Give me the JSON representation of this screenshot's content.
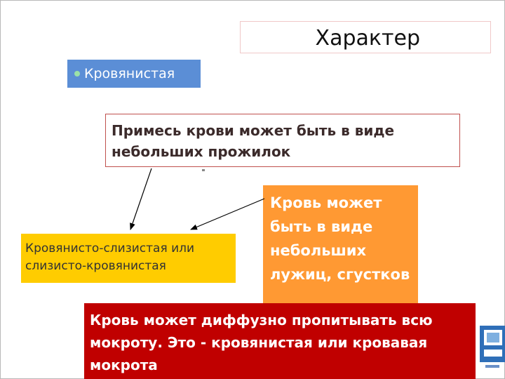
{
  "title": "Характер",
  "category_label": "Кровянистая",
  "impurity_note": "Примесь крови может быть в виде небольших прожилок",
  "variant_mucous": "Кровянисто-слизистая или слизисто-кровянистая",
  "variant_clots": "Кровь может быть в виде небольших лужиц, сгустков",
  "diffuse_note": "Кровь может диффузно пропитывать всю мокроту. Это - кровянистая или кровавая мокрота",
  "colors": {
    "label_bg": "#5b8ed6",
    "impurity_border": "#c0504d",
    "mucous_bg": "#ffcc00",
    "clots_bg": "#ff9933",
    "diffuse_bg": "#c00000"
  }
}
